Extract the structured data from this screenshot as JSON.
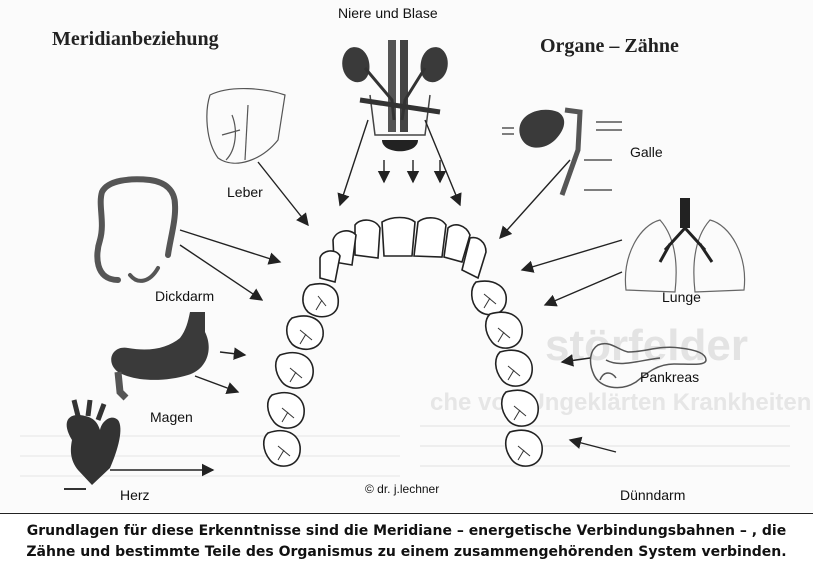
{
  "titles": {
    "left": "Meridianbeziehung",
    "right": "Organe – Zähne"
  },
  "organs": {
    "niere": "Niere und Blase",
    "leber": "Leber",
    "dickdarm": "Dickdarm",
    "magen": "Magen",
    "herz": "Herz",
    "galle": "Galle",
    "lunge": "Lunge",
    "pankreas": "Pankreas",
    "duenndarm": "Dünndarm"
  },
  "copyright": "© dr. j.lechner",
  "caption": {
    "line1": "Grundlagen für diese Erkenntnisse sind die Meridiane – energetische Verbindungsbahnen – , die",
    "line2": "Zähne und bestimmte Teile des Organismus zu einem zusammengehörenden System verbinden."
  },
  "colors": {
    "organ_fill": "#3a3a3a",
    "tooth_stroke": "#222222",
    "arrow": "#222222"
  }
}
